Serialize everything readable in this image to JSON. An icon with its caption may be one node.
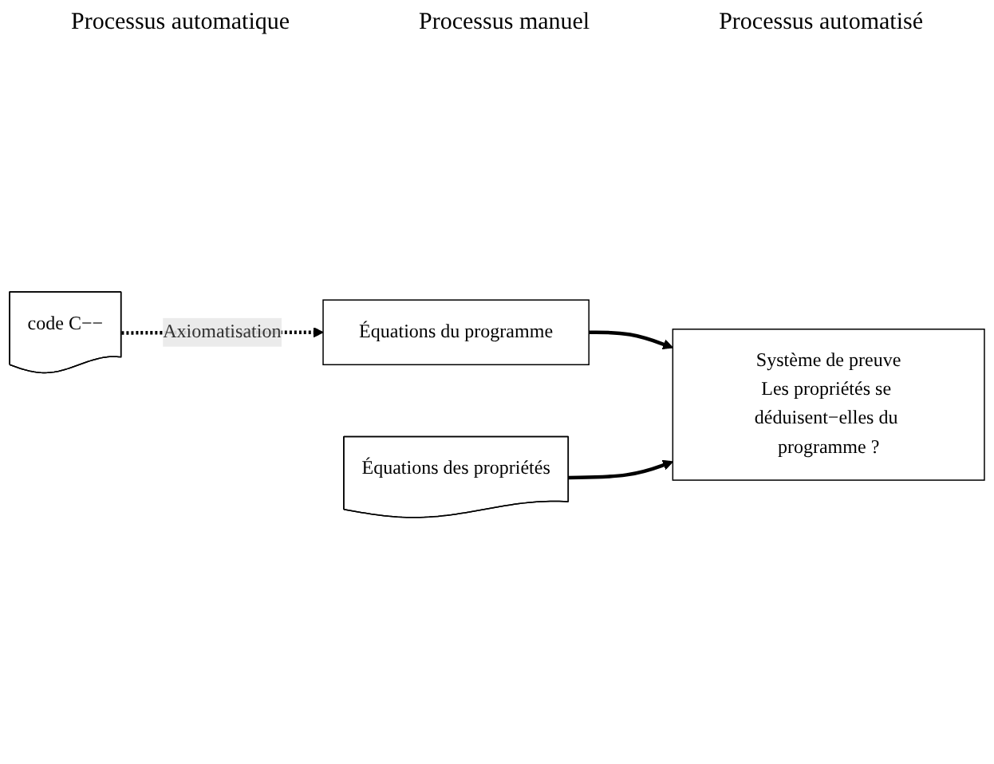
{
  "diagram": {
    "nodes": [
      {
        "text": [
          "code C−−"
        ]
      },
      {
        "text": [
          "Équations du programme"
        ]
      },
      {
        "text": [
          "Équations des propriétés"
        ]
      },
      {
        "text": [
          "Système de preuve",
          "Les propriétés se déduisent−elles du programme ?"
        ]
      }
    ],
    "edges": [
      {
        "from": 0,
        "to": 1,
        "arrow": "to",
        "label": "Axiomatisation",
        "style": "dashed"
      },
      {
        "from": 1,
        "to": 3,
        "arrow": "to"
      },
      {
        "from": 2,
        "to": 3,
        "arrow": "to"
      }
    ],
    "labels": [
      "Processus automatique",
      "Processus manuel",
      "Processus automatisé"
    ]
  }
}
